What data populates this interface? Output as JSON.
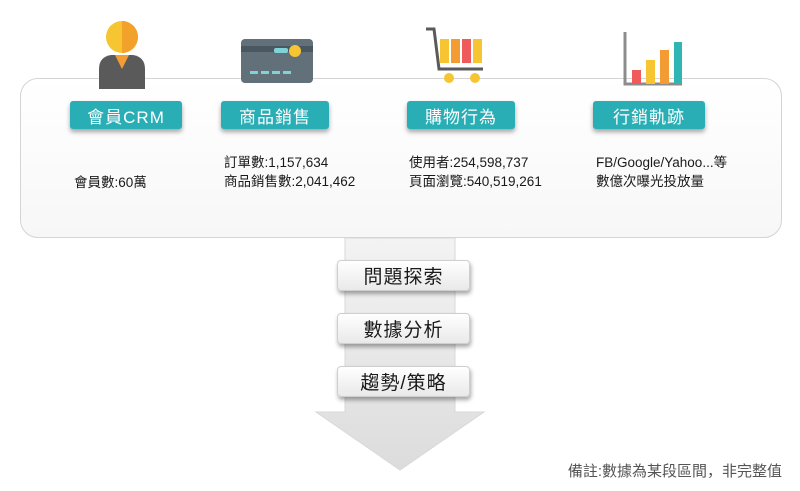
{
  "categories": [
    {
      "label": "會員CRM",
      "icon": "member-person-icon",
      "stats": [
        "會員數:60萬"
      ]
    },
    {
      "label": "商品銷售",
      "icon": "credit-card-icon",
      "stats": [
        "訂單數:1,157,634",
        "商品銷售數:2,041,462"
      ]
    },
    {
      "label": "購物行為",
      "icon": "shopping-cart-icon",
      "stats": [
        "使用者:254,598,737",
        "頁面瀏覽:540,519,261"
      ]
    },
    {
      "label": "行銷軌跡",
      "icon": "bar-chart-icon",
      "stats": [
        "FB/Google/Yahoo...等",
        "數億次曝光投放量"
      ]
    }
  ],
  "steps": [
    "問題探索",
    "數據分析",
    "趨勢/策略"
  ],
  "footnote": "備註:數據為某段區間，非完整值",
  "colors": {
    "label_bg": "#29aeb5",
    "arrow_fill": "#e6e6e6",
    "panel_border": "#d4d4d4"
  }
}
